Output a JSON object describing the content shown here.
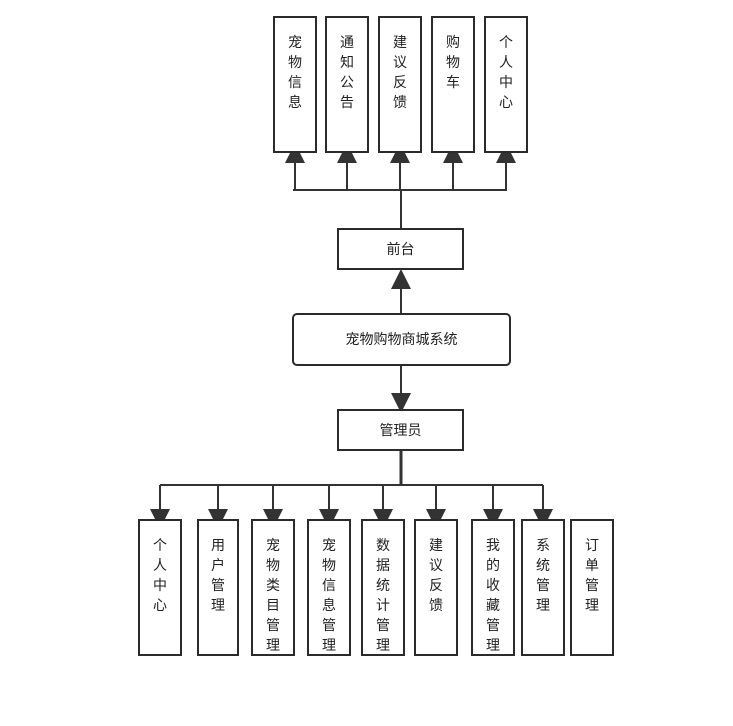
{
  "system": {
    "label": "宠物购物商城系统"
  },
  "frontend": {
    "label": "前台",
    "modules": [
      "宠物信息",
      "通知公告",
      "建议反馈",
      "购物车",
      "个人中心"
    ]
  },
  "admin": {
    "label": "管理员",
    "modules": [
      "个人中心",
      "用户管理",
      "宠物类目管理",
      "宠物信息管理",
      "数据统计管理",
      "建议反馈",
      "我的收藏管理",
      "系统管理",
      "订单管理"
    ]
  }
}
